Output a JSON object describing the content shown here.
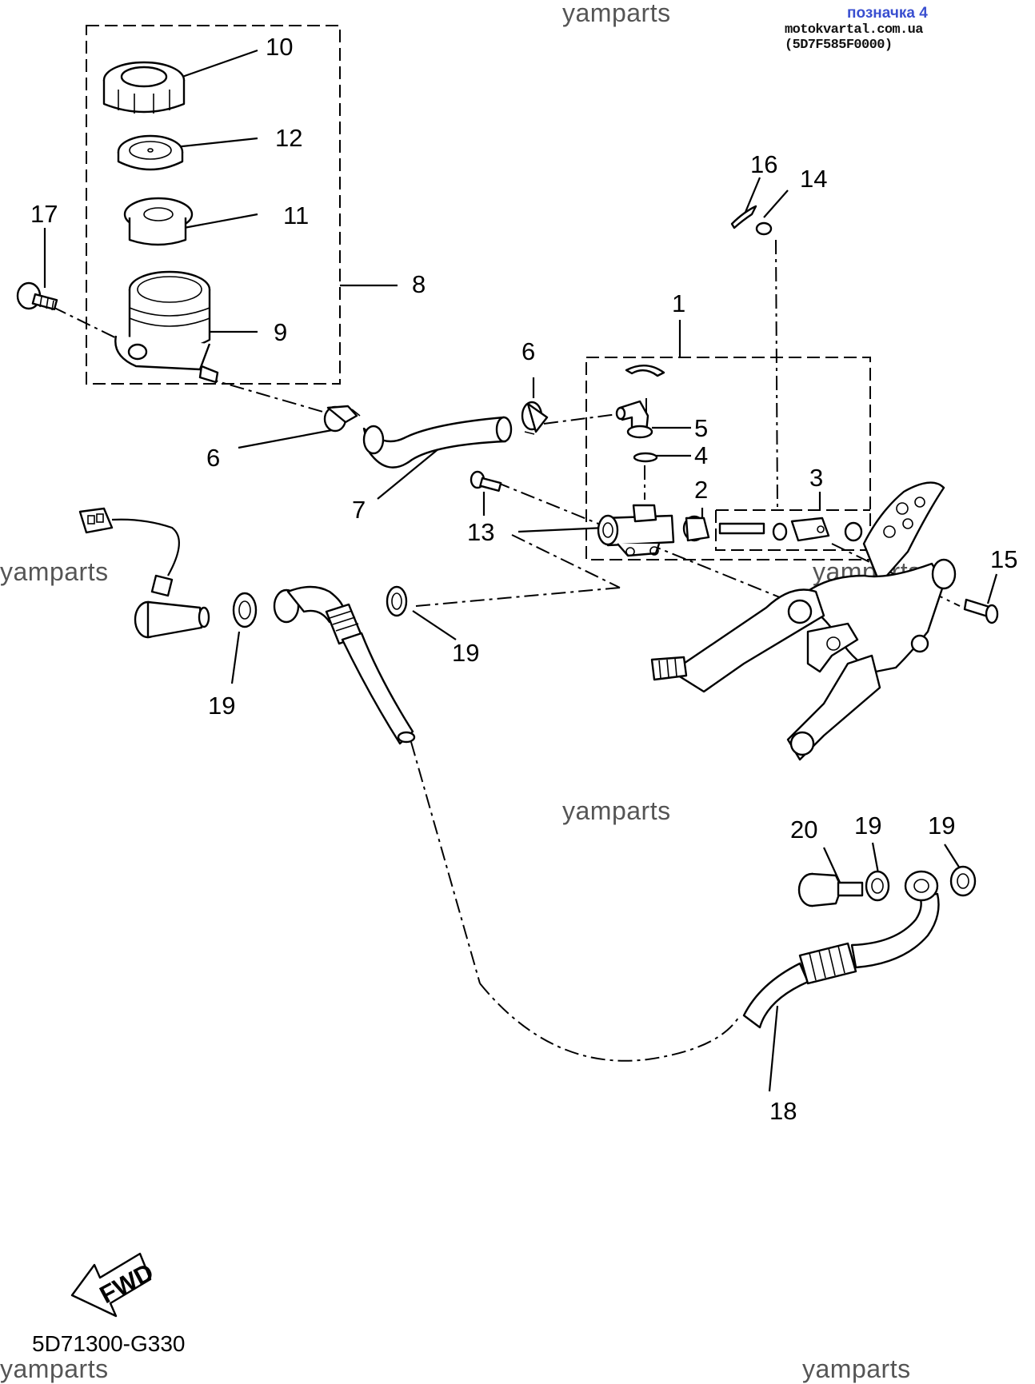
{
  "header": {
    "label": "позначка 4",
    "site": "motokvartal.com.ua (5D7F585F0000)"
  },
  "watermark": "yamparts",
  "diagram_code": "5D71300-G330",
  "fwd_label": "FWD",
  "callouts": {
    "c1": "1",
    "c2": "2",
    "c3": "3",
    "c4": "4",
    "c5": "5",
    "c6a": "6",
    "c6b": "6",
    "c7": "7",
    "c8": "8",
    "c9": "9",
    "c10": "10",
    "c11": "11",
    "c12": "12",
    "c13": "13",
    "c14": "14",
    "c15": "15",
    "c16": "16",
    "c17": "17",
    "c18": "18",
    "c19a": "19",
    "c19b": "19",
    "c19c": "19",
    "c19d": "19",
    "c20": "20"
  }
}
